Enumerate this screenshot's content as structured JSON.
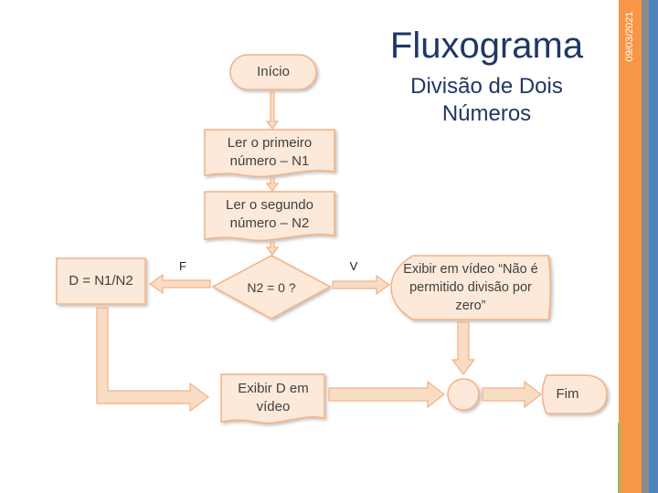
{
  "title": "Fluxograma",
  "subtitle": "Divisão de Dois Números",
  "date": "09/03/2021",
  "colors": {
    "box_fill": "#fce9d9",
    "box_stroke": "#f4b183",
    "arrow_fill": "#f9dcc4",
    "arrow_stroke": "#f4b183",
    "title": "#1f3763",
    "stripe_orange": "#f79646",
    "stripe_blue": "#4f81bd",
    "stripe_gray": "#8c8c8c"
  },
  "nodes": {
    "start": "Início",
    "read_n1": "Ler o primeiro número – N1",
    "read_n2": "Ler o segundo número – N2",
    "decision": "N2 = 0 ?",
    "divide": "D = N1/N2",
    "error_display": "Exibir em vídeo “Não é permitido divisão por zero”",
    "show_result": "Exibir D em vídeo",
    "connector": "",
    "end": "Fim"
  },
  "branches": {
    "false": "F",
    "true": "V"
  }
}
